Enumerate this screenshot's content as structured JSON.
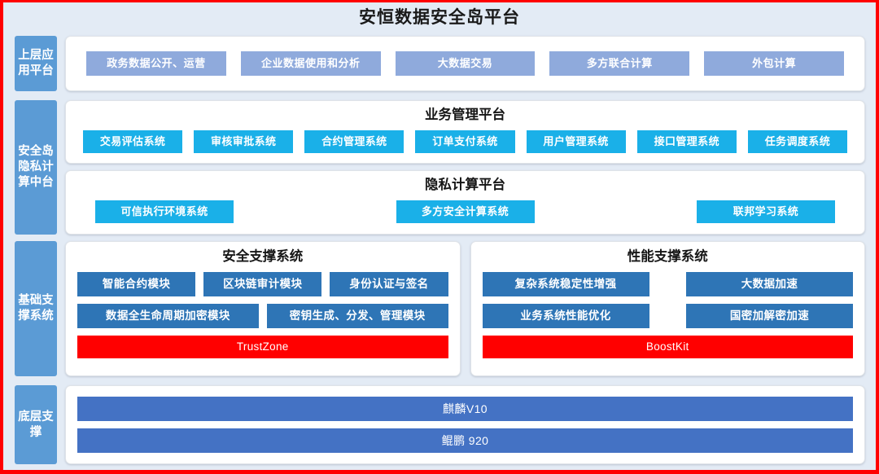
{
  "title": "安恒数据安全岛平台",
  "colors": {
    "page_background": "#e3ebf5",
    "outer_border": "#ff0000",
    "sidebar_tab": "#5b9bd5",
    "app_chip": "#8faadc",
    "cyan_chip": "#1ab0e8",
    "module_chip": "#2e75b6",
    "red_bar": "#ff0000",
    "bottom_bar": "#4472c4",
    "panel_background": "#ffffff"
  },
  "layers": {
    "application": {
      "tab_label": "上层应用平台",
      "chips": [
        "政务数据公开、运营",
        "企业数据使用和分析",
        "大数据交易",
        "多方联合计算",
        "外包计算"
      ]
    },
    "mid_platform": {
      "tab_label": "安全岛隐私计算中台",
      "business": {
        "title": "业务管理平台",
        "chips": [
          "交易评估系统",
          "审核审批系统",
          "合约管理系统",
          "订单支付系统",
          "用户管理系统",
          "接口管理系统",
          "任务调度系统"
        ]
      },
      "privacy": {
        "title": "隐私计算平台",
        "chips": [
          "可信执行环境系统",
          "多方安全计算系统",
          "联邦学习系统"
        ]
      }
    },
    "base_support": {
      "tab_label": "基础支撑系统",
      "security": {
        "title": "安全支撑系统",
        "row1": [
          "智能合约模块",
          "区块链审计模块",
          "身份认证与签名"
        ],
        "row2": [
          "数据全生命周期加密模块",
          "密钥生成、分发、管理模块"
        ],
        "red_bar": "TrustZone"
      },
      "performance": {
        "title": "性能支撑系统",
        "row1": [
          "复杂系统稳定性增强",
          "大数据加速"
        ],
        "row2": [
          "业务系统性能优化",
          "国密加解密加速"
        ],
        "red_bar": "BoostKit"
      }
    },
    "bottom_support": {
      "tab_label": "底层支撑",
      "bars": [
        "麒麟V10",
        "鲲鹏 920"
      ]
    }
  }
}
